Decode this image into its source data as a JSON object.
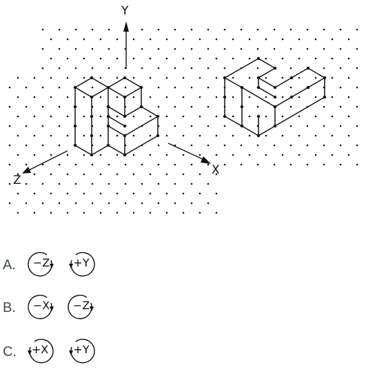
{
  "figure": {
    "axes": {
      "y": "Y",
      "x": "X",
      "z": "Z"
    }
  },
  "options": [
    {
      "letter": "A.",
      "rotations": [
        {
          "label": "−Z",
          "arrow_side": "right"
        },
        {
          "label": "+Y",
          "arrow_side": "left"
        }
      ]
    },
    {
      "letter": "B.",
      "rotations": [
        {
          "label": "−X",
          "arrow_side": "right"
        },
        {
          "label": "−Z",
          "arrow_side": "right"
        }
      ]
    },
    {
      "letter": "C.",
      "rotations": [
        {
          "label": "+X",
          "arrow_side": "left"
        },
        {
          "label": "+Y",
          "arrow_side": "left"
        }
      ]
    }
  ]
}
